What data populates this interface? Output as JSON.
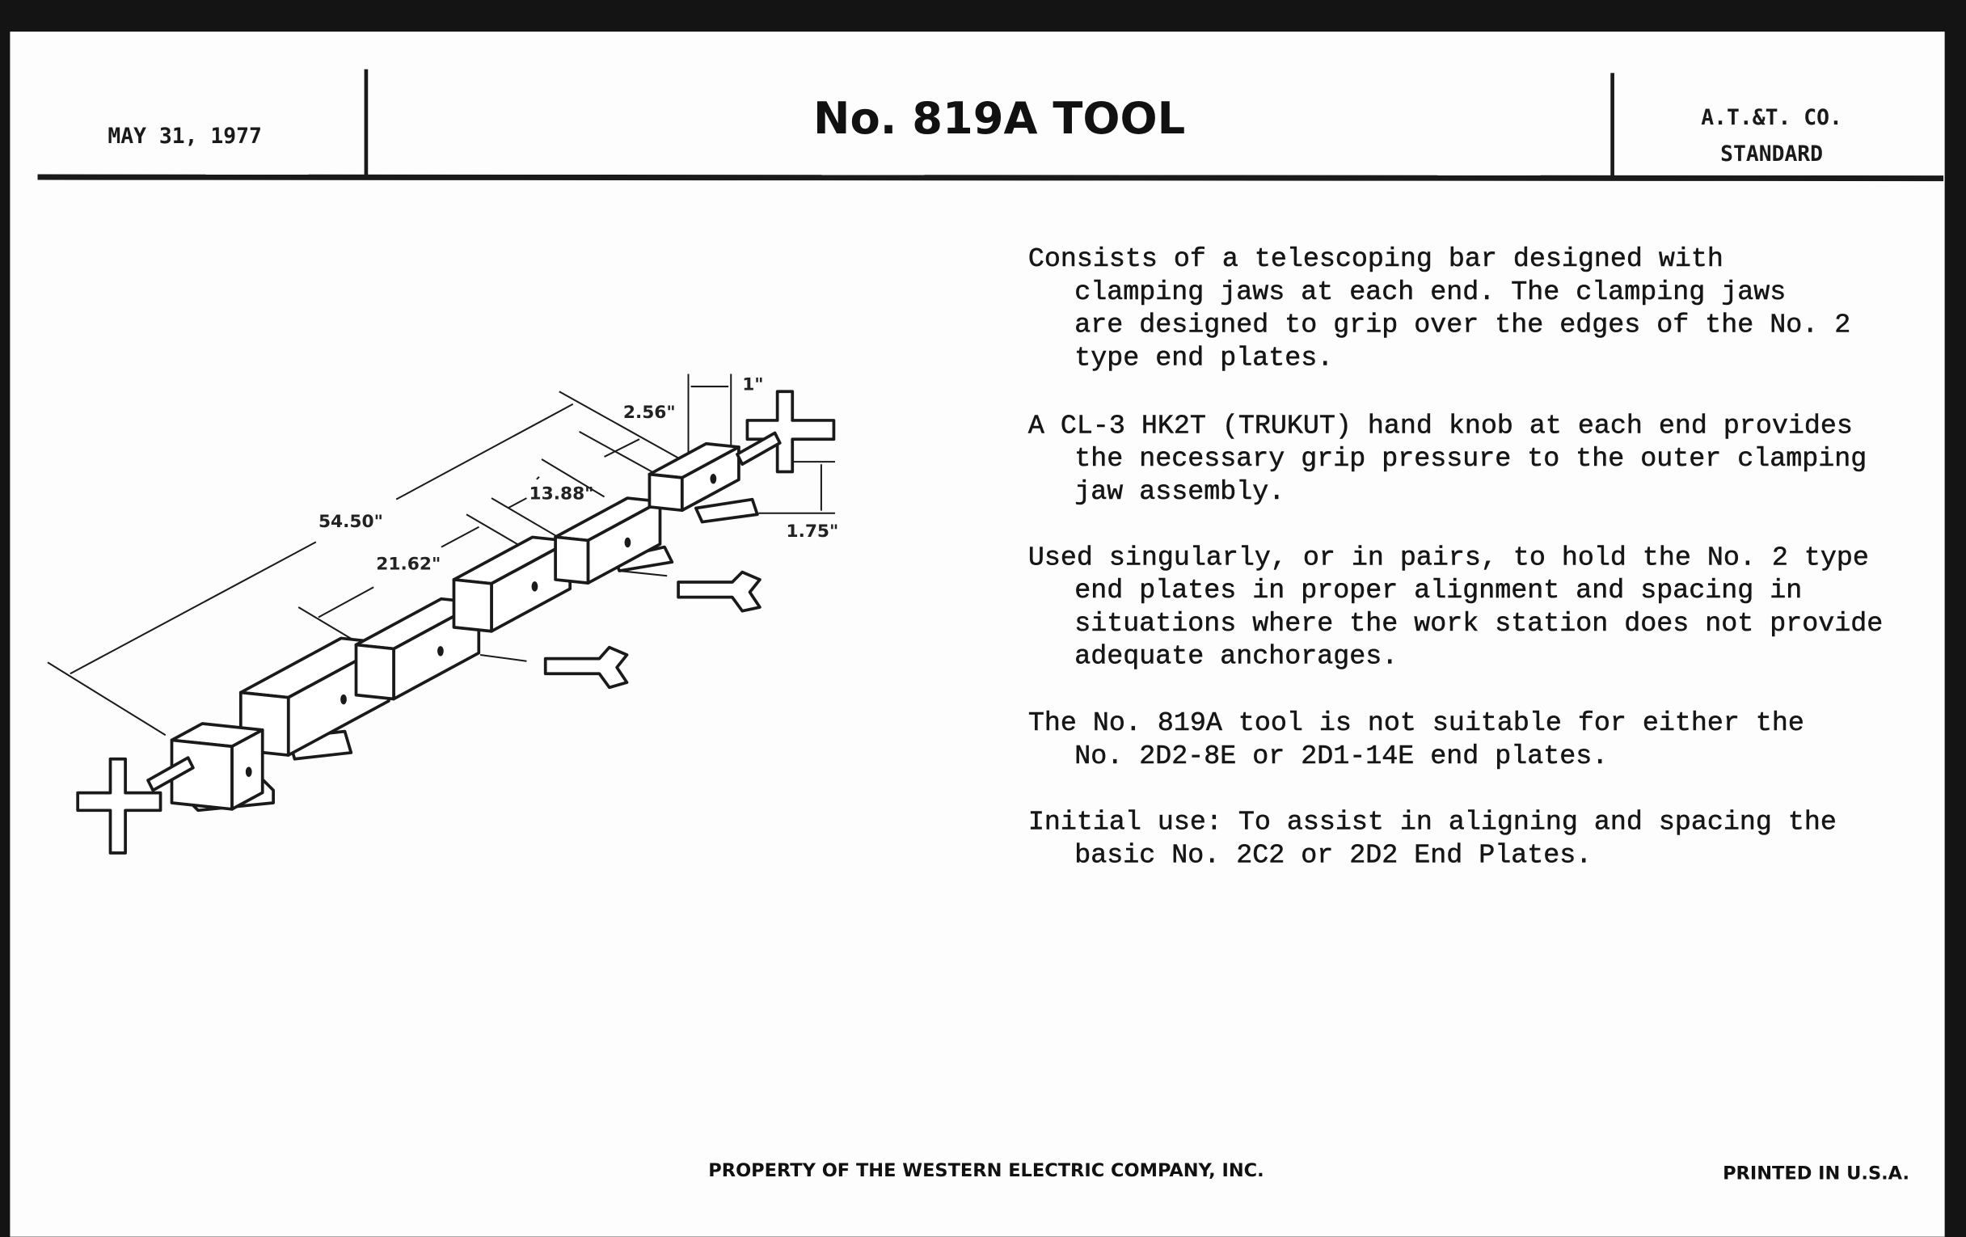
{
  "header": {
    "date": "MAY 31, 1977",
    "title": "No. 819A TOOL",
    "company": "A.T.&T. CO.",
    "standard": "STANDARD"
  },
  "illustration": {
    "dimensions": {
      "overall": "54.50\"",
      "mid": "21.62\"",
      "inner": "13.88\"",
      "jaw": "2.56\"",
      "jaw_width": "1\"",
      "jaw_height": "1.75\""
    }
  },
  "description": {
    "paragraphs": [
      [
        "Consists of a telescoping bar designed with",
        "clamping jaws at each end. The clamping jaws",
        "are designed to grip over the edges of the No. 2",
        "type end plates."
      ],
      [
        "A CL-3 HK2T (TRUKUT) hand knob at each end provides",
        "the necessary grip pressure to the outer clamping",
        "jaw assembly."
      ],
      [
        "Used singularly, or in pairs, to hold the No. 2 type",
        "end plates in proper alignment and spacing in",
        "situations where the work station does not provide",
        "adequate anchorages."
      ],
      [
        "The No. 819A tool is not suitable for either the",
        "No. 2D2-8E or 2D1-14E end plates."
      ],
      [
        "Initial use: To assist in aligning and spacing the",
        "basic No. 2C2 or 2D2 End Plates."
      ]
    ]
  },
  "footer": {
    "property": "PROPERTY OF THE WESTERN ELECTRIC COMPANY, INC.",
    "printed": "PRINTED IN U.S.A."
  }
}
